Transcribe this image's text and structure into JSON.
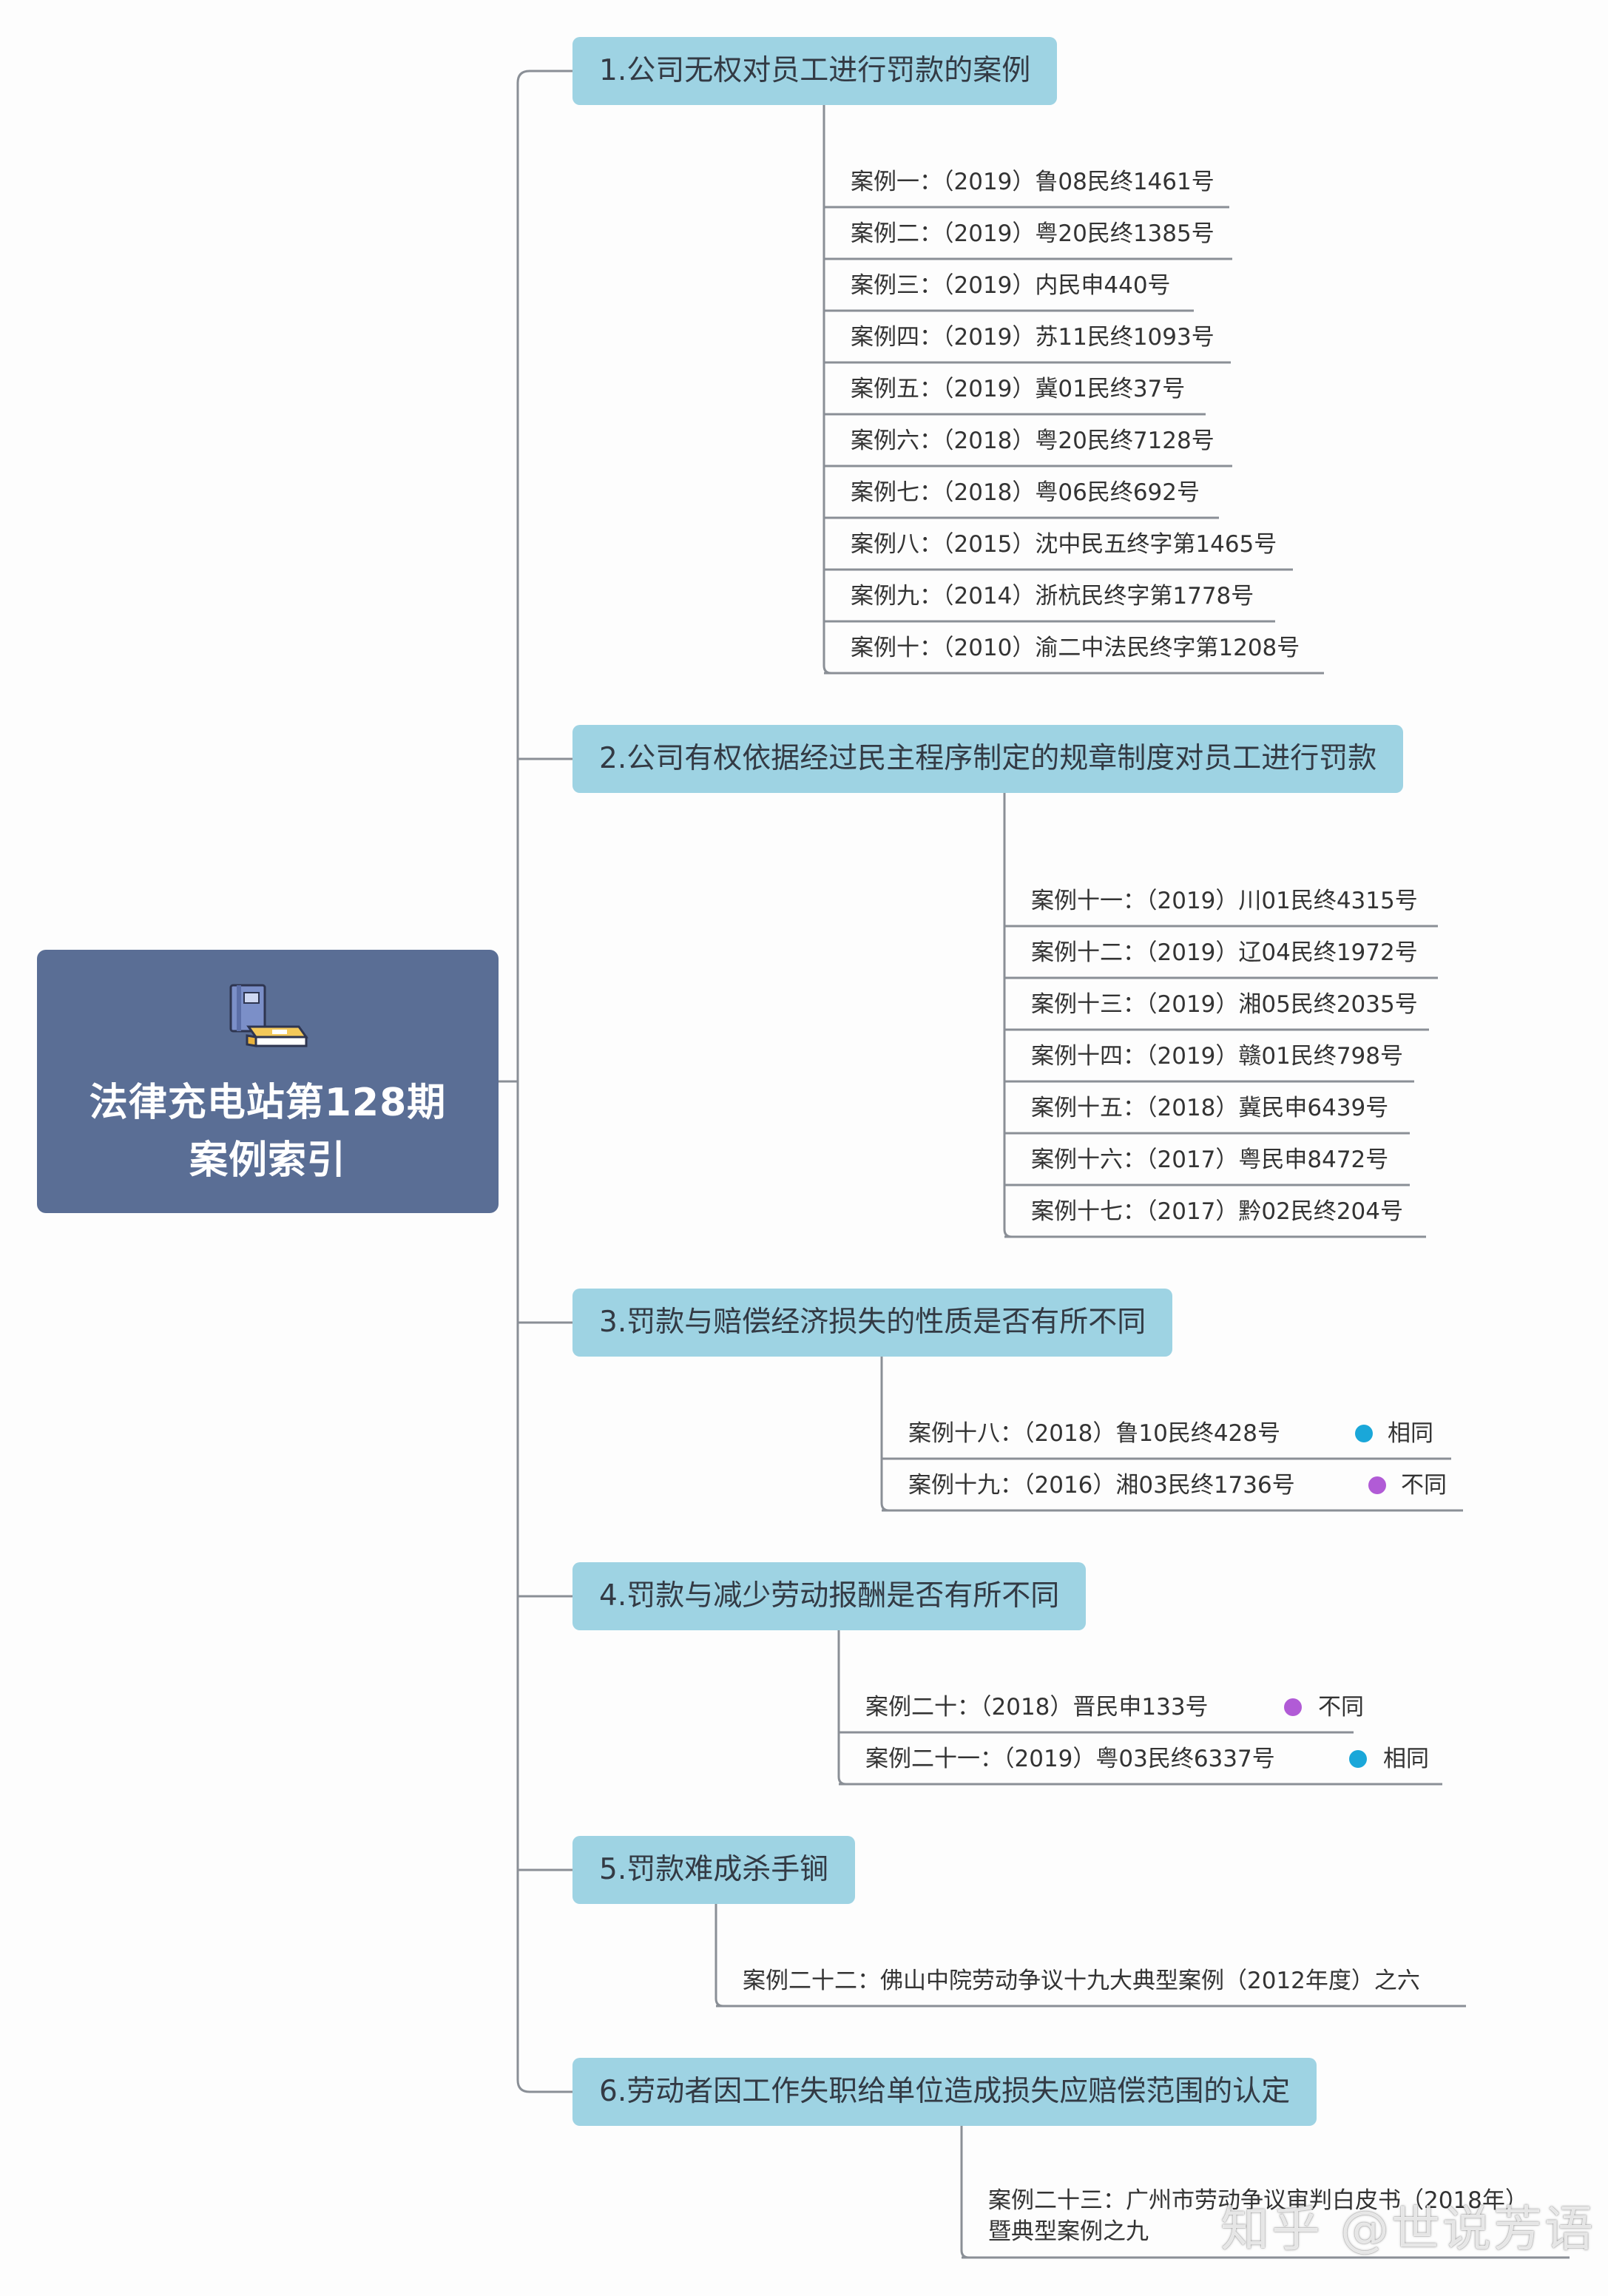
{
  "central": {
    "title_line1": "法律充电站第128期",
    "title_line2": "案例索引",
    "icon": "books-icon"
  },
  "colors": {
    "central_bg": "#5a6e95",
    "topic_bg": "#9ed3e3",
    "line": "#8a8f96",
    "marker_same": "#1aa7d9",
    "marker_diff": "#b15bd6"
  },
  "topics": [
    {
      "label": "1.公司无权对员工进行罚款的案例",
      "cases": [
        "案例一：（2019）鲁08民终1461号",
        "案例二：（2019）粤20民终1385号",
        "案例三：（2019）内民申440号",
        "案例四：（2019）苏11民终1093号",
        "案例五：（2019）冀01民终37号",
        "案例六：（2018）粤20民终7128号",
        "案例七：（2018）粤06民终692号",
        "案例八：（2015）沈中民五终字第1465号",
        "案例九：（2014）浙杭民终字第1778号",
        "案例十：（2010）渝二中法民终字第1208号"
      ]
    },
    {
      "label": "2.公司有权依据经过民主程序制定的规章制度对员工进行罚款",
      "cases": [
        "案例十一：（2019）川01民终4315号",
        "案例十二：（2019）辽04民终1972号",
        "案例十三：（2019）湘05民终2035号",
        "案例十四：（2019）赣01民终798号",
        "案例十五：（2018）冀民申6439号",
        "案例十六：（2017）粤民申8472号",
        "案例十七：（2017）黔02民终204号"
      ]
    },
    {
      "label": "3.罚款与赔偿经济损失的性质是否有所不同",
      "cases": [
        {
          "text": "案例十八：（2018）鲁10民终428号",
          "tag": "相同",
          "tag_type": "same"
        },
        {
          "text": "案例十九：（2016）湘03民终1736号",
          "tag": "不同",
          "tag_type": "diff"
        }
      ]
    },
    {
      "label": "4.罚款与减少劳动报酬是否有所不同",
      "cases": [
        {
          "text": "案例二十：（2018）晋民申133号",
          "tag": "不同",
          "tag_type": "diff"
        },
        {
          "text": "案例二十一：（2019）粤03民终6337号",
          "tag": "相同",
          "tag_type": "same"
        }
      ]
    },
    {
      "label": "5.罚款难成杀手锏",
      "cases": [
        "案例二十二：佛山中院劳动争议十九大典型案例（2012年度）之六"
      ]
    },
    {
      "label": "6.劳动者因工作失职给单位造成损失应赔偿范围的认定",
      "cases": [
        "案例二十三：广州市劳动争议审判白皮书（2018年）暨典型案例之九"
      ]
    }
  ],
  "watermark": "知乎 @世说芳语"
}
